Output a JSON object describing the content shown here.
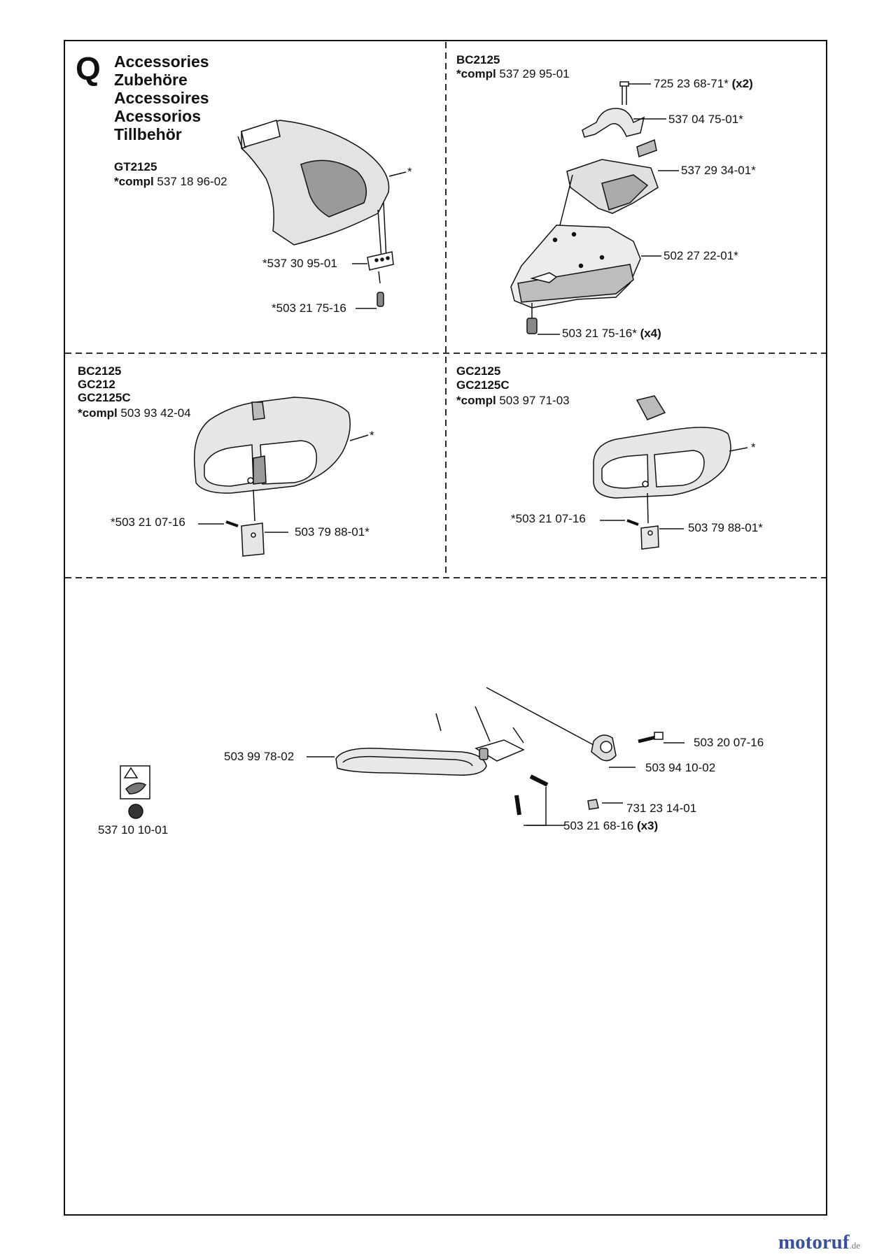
{
  "section": {
    "letter": "Q",
    "titles": [
      "Accessories",
      "Zubehöre",
      "Accessoires",
      "Acessorios",
      "Tillbehör"
    ]
  },
  "panels": {
    "gt2125": {
      "models": [
        "GT2125"
      ],
      "compl_prefix": "*compl",
      "compl_number": "537 18 96-02",
      "parts": {
        "guard": "*",
        "bracket": "*537 30 95-01",
        "screw": "*503 21 75-16"
      }
    },
    "bc2125_top": {
      "models": [
        "BC2125"
      ],
      "compl_prefix": "*compl",
      "compl_number": "537 29 95-01",
      "parts": {
        "bolt": "725 23 68-71*",
        "bolt_qty": "(x2)",
        "clamp": "537 04 75-01*",
        "holder": "537 29 34-01*",
        "guard": "502 27 22-01*",
        "screw": "503 21 75-16*",
        "screw_qty": "(x4)"
      }
    },
    "bc2125_mid": {
      "models": [
        "BC2125",
        "GC212",
        "GC2125C"
      ],
      "compl_prefix": "*compl",
      "compl_number": "503 93 42-04",
      "parts": {
        "guard": "*",
        "screw": "*503 21 07-16",
        "plate": "503 79 88-01*"
      }
    },
    "gc2125": {
      "models": [
        "GC2125",
        "GC2125C"
      ],
      "compl_prefix": "*compl",
      "compl_number": "503 97 71-03",
      "parts": {
        "guard": "*",
        "screw": "*503 21 07-16",
        "plate": "503 79 88-01*"
      }
    },
    "handle": {
      "parts": {
        "loop_handle": "503 99 78-02",
        "bolt": "503 20 07-16",
        "clamp": "503 94 10-02",
        "nut": "731 23 14-01",
        "screws": "503 21 68-16",
        "screws_qty": "(x3)",
        "decal": "537 10 10-01"
      }
    }
  },
  "watermark": {
    "brand": "motoruf",
    "tld": ".de"
  },
  "colors": {
    "line": "#111111",
    "fill": "#ffffff",
    "shade": "#d9d9d9",
    "brand_blue": "#3a4fa0",
    "brand_orange": "#e07a10"
  }
}
